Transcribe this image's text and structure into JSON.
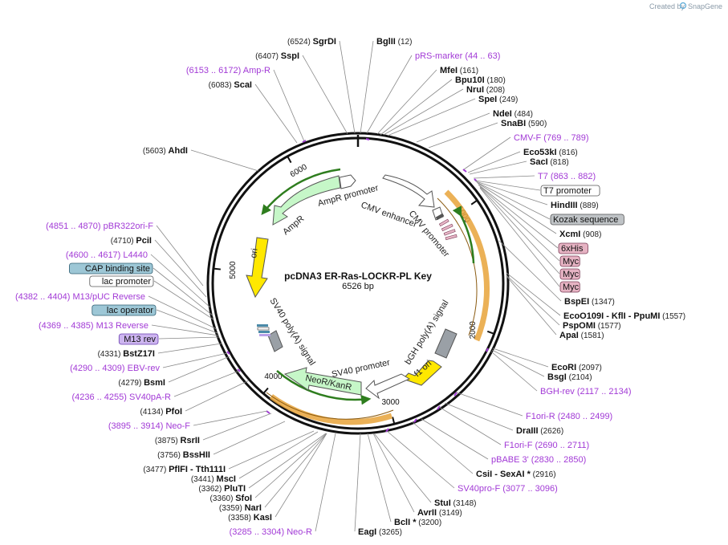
{
  "credit": {
    "created_by": "Created by",
    "brand": "SnapGene"
  },
  "map": {
    "name": "pcDNA3 ER-Ras-LOCKR-PL Key",
    "length_label": "6526 bp",
    "total_bp": 6526
  },
  "ticks": [
    "1000",
    "2000",
    "3000",
    "4000",
    "5000",
    "6000"
  ],
  "features": [
    {
      "id": "ampr-promoter",
      "label": "AmpR promoter"
    },
    {
      "id": "ampr",
      "label": "AmpR"
    },
    {
      "id": "cmv-enhancer",
      "label": "CMV enhancer"
    },
    {
      "id": "cmv-promoter",
      "label": "CMV promoter"
    },
    {
      "id": "ori",
      "label": "ori"
    },
    {
      "id": "sv40-polya",
      "label": "SV40 poly(A) signal"
    },
    {
      "id": "bgh-polya",
      "label": "bGH poly(A) signal"
    },
    {
      "id": "f1-ori",
      "label": "f1 ori"
    },
    {
      "id": "sv40-promoter",
      "label": "SV40 promoter"
    },
    {
      "id": "neor-kanr",
      "label": "NeoR/KanR"
    }
  ],
  "sites_right": [
    {
      "name": "BglII",
      "pos": "(12)"
    },
    {
      "name": "pRS-marker",
      "pos": "(44 .. 63)",
      "kind": "primer"
    },
    {
      "name": "MfeI",
      "pos": "(161)"
    },
    {
      "name": "Bpu10I",
      "pos": "(180)"
    },
    {
      "name": "NruI",
      "pos": "(208)"
    },
    {
      "name": "SpeI",
      "pos": "(249)"
    },
    {
      "name": "NdeI",
      "pos": "(484)"
    },
    {
      "name": "SnaBI",
      "pos": "(590)"
    },
    {
      "name": "CMV-F",
      "pos": "(769 .. 789)",
      "kind": "primer"
    },
    {
      "name": "Eco53kI",
      "pos": "(816)"
    },
    {
      "name": "SacI",
      "pos": "(818)"
    },
    {
      "name": "T7",
      "pos": "(863 .. 882)",
      "kind": "primer"
    },
    {
      "name": "T7 promoter",
      "kind": "box-white"
    },
    {
      "name": "HindIII",
      "pos": "(889)"
    },
    {
      "name": "Kozak sequence",
      "kind": "box-gray"
    },
    {
      "name": "XcmI",
      "pos": "(908)"
    },
    {
      "name": "6xHis",
      "kind": "box-pink"
    },
    {
      "name": "Myc",
      "kind": "box-pink"
    },
    {
      "name": "Myc",
      "kind": "box-pink"
    },
    {
      "name": "Myc",
      "kind": "box-pink"
    },
    {
      "name": "BspEI",
      "pos": "(1347)"
    },
    {
      "name": "EcoO109I",
      "extra": "- KflI  - PpuMI",
      "pos": "(1557)"
    },
    {
      "name": "PspOMI",
      "pos": "(1577)"
    },
    {
      "name": "ApaI",
      "pos": "(1581)"
    },
    {
      "name": "EcoRI",
      "pos": "(2097)"
    },
    {
      "name": "BsgI",
      "pos": "(2104)"
    },
    {
      "name": "BGH-rev",
      "pos": "(2117 .. 2134)",
      "kind": "primer"
    },
    {
      "name": "F1ori-R",
      "pos": "(2480 .. 2499)",
      "kind": "primer"
    },
    {
      "name": "DraIII",
      "pos": "(2626)"
    },
    {
      "name": "F1ori-F",
      "pos": "(2690 .. 2711)",
      "kind": "primer"
    },
    {
      "name": "pBABE 3'",
      "pos": "(2830 .. 2850)",
      "kind": "primer"
    },
    {
      "name": "CsiI",
      "extra": "- SexAI *",
      "pos": "(2916)"
    },
    {
      "name": "SV40pro-F",
      "pos": "(3077 .. 3096)",
      "kind": "primer"
    },
    {
      "name": "StuI",
      "pos": "(3148)"
    },
    {
      "name": "AvrII",
      "pos": "(3149)"
    },
    {
      "name": "BclI *",
      "pos": "(3200)"
    },
    {
      "name": "EagI",
      "pos": "(3265)"
    }
  ],
  "sites_left": [
    {
      "name": "SgrDI",
      "pos": "(6524)"
    },
    {
      "name": "SspI",
      "pos": "(6407)"
    },
    {
      "name": "Amp-R",
      "pos": "(6153 .. 6172)",
      "kind": "primer"
    },
    {
      "name": "ScaI",
      "pos": "(6083)"
    },
    {
      "name": "AhdI",
      "pos": "(5603)"
    },
    {
      "name": "pBR322ori-F",
      "pos": "(4851 .. 4870)",
      "kind": "primer"
    },
    {
      "name": "PciI",
      "pos": "(4710)"
    },
    {
      "name": "L4440",
      "pos": "(4600 .. 4617)",
      "kind": "primer"
    },
    {
      "name": "CAP binding site",
      "kind": "box-blue"
    },
    {
      "name": "lac promoter",
      "kind": "box-white"
    },
    {
      "name": "M13/pUC Reverse",
      "pos": "(4382 .. 4404)",
      "kind": "primer"
    },
    {
      "name": "lac operator",
      "kind": "box-blue"
    },
    {
      "name": "M13 Reverse",
      "pos": "(4369 .. 4385)",
      "kind": "primer"
    },
    {
      "name": "M13 rev",
      "kind": "box-purple"
    },
    {
      "name": "BstZ17I",
      "pos": "(4331)"
    },
    {
      "name": "EBV-rev",
      "pos": "(4290 .. 4309)",
      "kind": "primer"
    },
    {
      "name": "BsmI",
      "pos": "(4279)"
    },
    {
      "name": "SV40pA-R",
      "pos": "(4236 .. 4255)",
      "kind": "primer"
    },
    {
      "name": "PfoI",
      "pos": "(4134)"
    },
    {
      "name": "Neo-F",
      "pos": "(3895 .. 3914)",
      "kind": "primer"
    },
    {
      "name": "RsrII",
      "pos": "(3875)"
    },
    {
      "name": "BssHII",
      "pos": "(3756)"
    },
    {
      "name": "PflFI",
      "extra": "- Tth111I",
      "pos": "(3477)"
    },
    {
      "name": "MscI",
      "pos": "(3441)"
    },
    {
      "name": "PluTI",
      "pos": "(3362)"
    },
    {
      "name": "SfoI",
      "pos": "(3360)"
    },
    {
      "name": "NarI",
      "pos": "(3359)"
    },
    {
      "name": "KasI",
      "pos": "(3358)"
    },
    {
      "name": "Neo-R",
      "pos": "(3285 .. 3304)",
      "kind": "primer"
    }
  ]
}
